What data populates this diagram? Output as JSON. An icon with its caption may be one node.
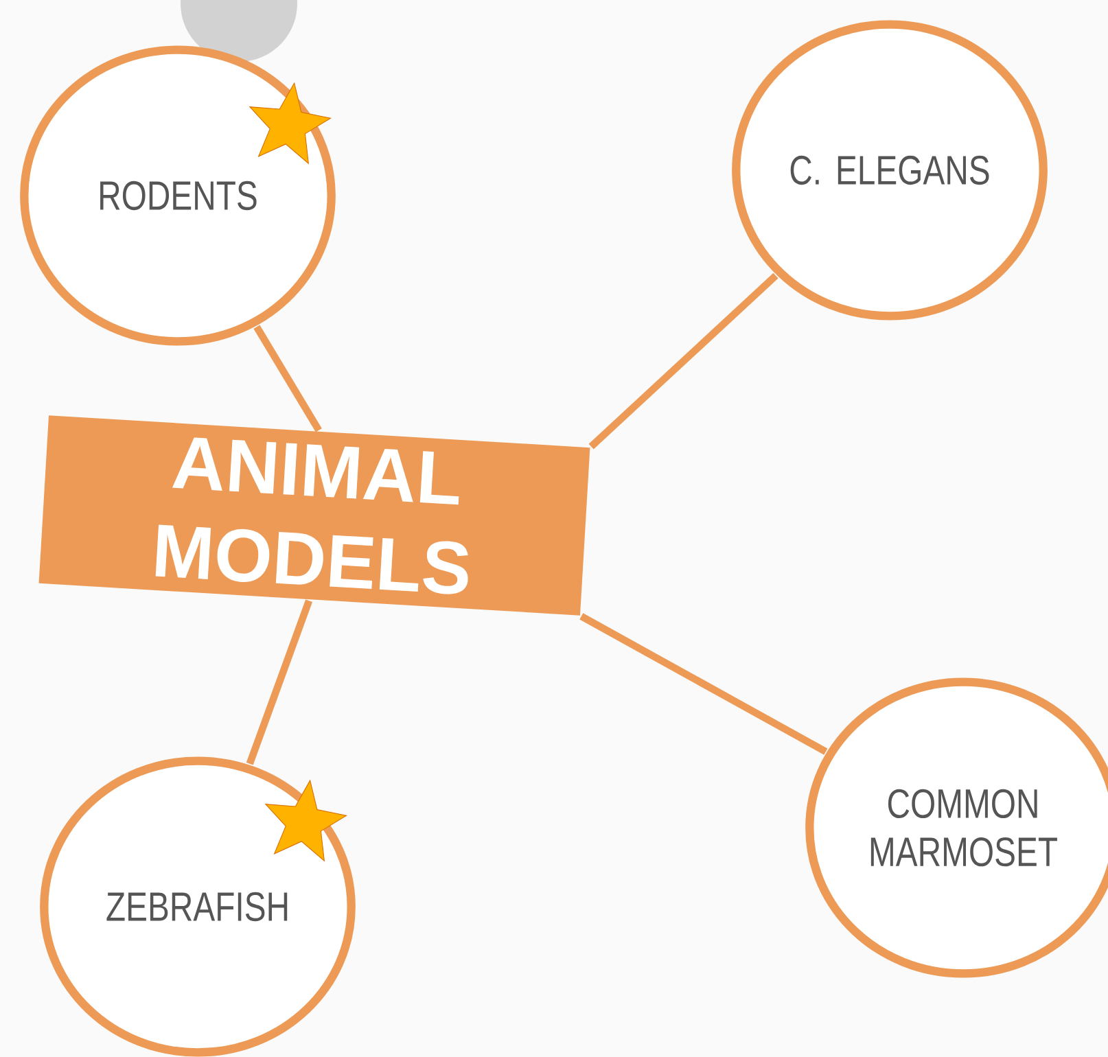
{
  "diagram": {
    "nodes": [
      {
        "text": [
          "ANIMAL MODELS"
        ]
      },
      {
        "text": [
          "RODENTS"
        ]
      },
      {
        "text": [
          "C. ELEGANS"
        ]
      },
      {
        "text": [
          "ZEBRAFISH"
        ]
      },
      {
        "text": [
          "COMMON MARMOSET"
        ]
      },
      {
        "text": [],
        "shape": "circle"
      }
    ],
    "edges": [
      {
        "from": 0,
        "to": 1,
        "arrow": "none"
      },
      {
        "from": 0,
        "to": 2,
        "arrow": "none"
      },
      {
        "from": 0,
        "to": 4,
        "arrow": "none"
      },
      {
        "from": 0,
        "to": 3,
        "arrow": "none"
      }
    ]
  }
}
